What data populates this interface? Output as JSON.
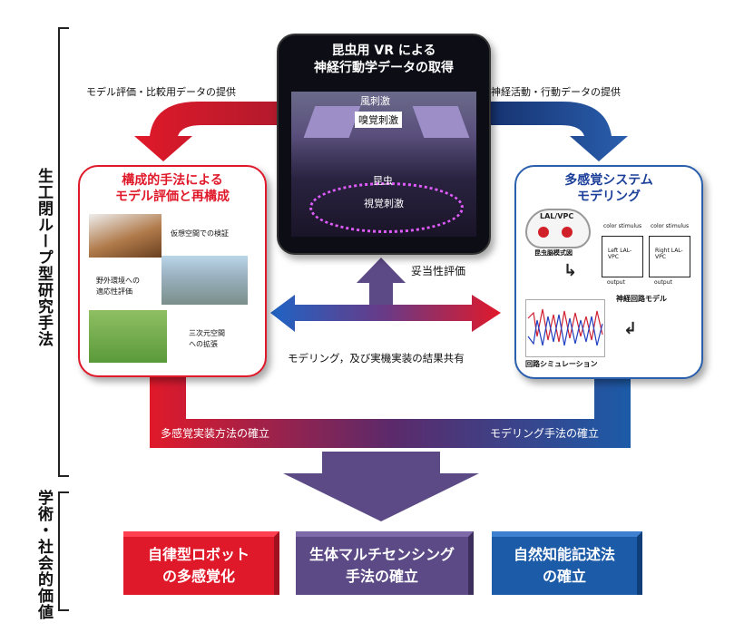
{
  "left_labels": {
    "research_method": "生工閉ループ型研究手法",
    "value": "学術・社会的価値"
  },
  "center_panel": {
    "title_line1": "昆虫用 VR による",
    "title_line2": "神経行動学データの取得",
    "wind": "風刺激",
    "smell": "嗅覚刺激",
    "insect": "昆虫",
    "visual": "視覚刺激"
  },
  "arrow_labels": {
    "left_top": "モデル評価・比較用データの提供",
    "right_top": "神経活動・行動データの提供",
    "validity": "妥当性評価",
    "shared": "モデリング，及び実機実装の結果共有",
    "bottom_left": "多感覚実装方法の確立",
    "bottom_right": "モデリング手法の確立"
  },
  "left_panel": {
    "title_line1": "構成的手法による",
    "title_line2": "モデル評価と再構成",
    "item1": "仮想空間での検証",
    "item2_line1": "野外環境への",
    "item2_line2": "適応性評価",
    "item3_line1": "三次元空間",
    "item3_line2": "への拡張"
  },
  "right_panel": {
    "title_line1": "多感覚システム",
    "title_line2": "モデリング",
    "lal_vpc": "LAL/VPC",
    "brain_diagram": "昆虫脳模式図",
    "left_label": "Left LAL-VPC",
    "right_label": "Right LAL-VPC",
    "neural_model": "神経回路モデル",
    "simulation": "回路シミュレーション",
    "color_stimulus": "color stimulus",
    "output": "output"
  },
  "outcomes": [
    {
      "line1": "自律型ロボット",
      "line2": "の多感覚化"
    },
    {
      "line1": "生体マルチセンシング",
      "line2": "手法の確立"
    },
    {
      "line1": "自然知能記述法",
      "line2": "の確立"
    }
  ],
  "colors": {
    "red": "#e0192a",
    "blue": "#1c5ba8",
    "purple": "#5c4a86",
    "dark": "#0d0d16"
  }
}
